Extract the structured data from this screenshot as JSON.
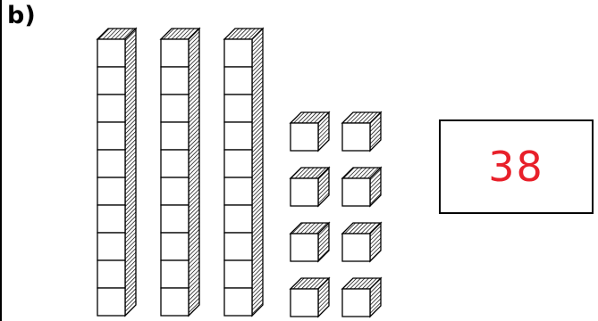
{
  "question": {
    "label": "b)"
  },
  "base_ten_blocks": {
    "tens_rods": 3,
    "ones_cubes": 8,
    "cubes_per_rod": 10
  },
  "answer": {
    "value": "38",
    "color": "#e8202a"
  }
}
